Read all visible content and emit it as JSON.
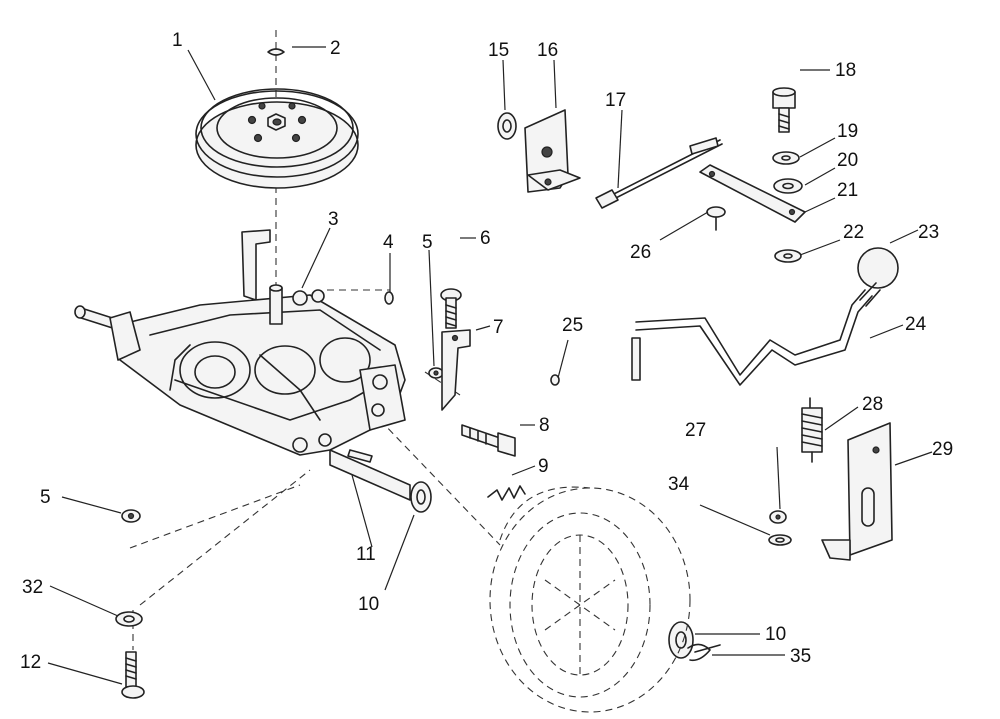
{
  "callouts": [
    {
      "id": "c1",
      "label": "1"
    },
    {
      "id": "c2",
      "label": "2"
    },
    {
      "id": "c3",
      "label": "3"
    },
    {
      "id": "c4",
      "label": "4"
    },
    {
      "id": "c5a",
      "label": "5"
    },
    {
      "id": "c5b",
      "label": "5"
    },
    {
      "id": "c6",
      "label": "6"
    },
    {
      "id": "c7",
      "label": "7"
    },
    {
      "id": "c8",
      "label": "8"
    },
    {
      "id": "c9",
      "label": "9"
    },
    {
      "id": "c10a",
      "label": "10"
    },
    {
      "id": "c10b",
      "label": "10"
    },
    {
      "id": "c11",
      "label": "11"
    },
    {
      "id": "c12",
      "label": "12"
    },
    {
      "id": "c15",
      "label": "15"
    },
    {
      "id": "c16",
      "label": "16"
    },
    {
      "id": "c17",
      "label": "17"
    },
    {
      "id": "c18",
      "label": "18"
    },
    {
      "id": "c19",
      "label": "19"
    },
    {
      "id": "c20",
      "label": "20"
    },
    {
      "id": "c21",
      "label": "21"
    },
    {
      "id": "c22",
      "label": "22"
    },
    {
      "id": "c23",
      "label": "23"
    },
    {
      "id": "c24",
      "label": "24"
    },
    {
      "id": "c25",
      "label": "25"
    },
    {
      "id": "c26",
      "label": "26"
    },
    {
      "id": "c27",
      "label": "27"
    },
    {
      "id": "c28",
      "label": "28"
    },
    {
      "id": "c29",
      "label": "29"
    },
    {
      "id": "c32",
      "label": "32"
    },
    {
      "id": "c34",
      "label": "34"
    },
    {
      "id": "c35",
      "label": "35"
    }
  ]
}
